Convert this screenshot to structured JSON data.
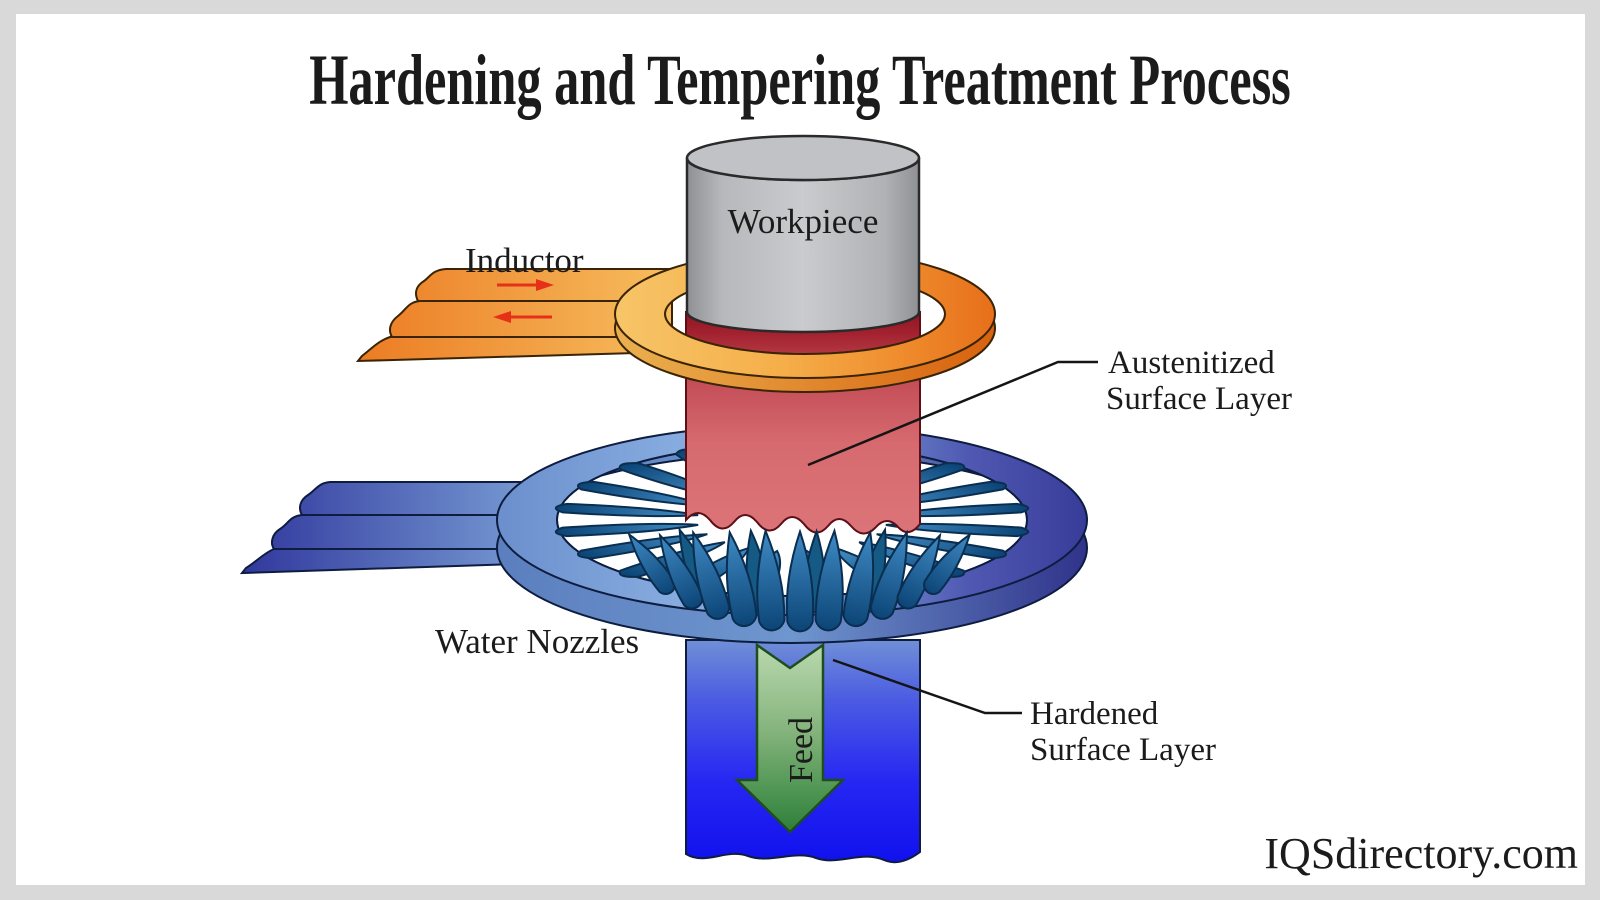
{
  "title": "Hardening and Tempering Treatment Process",
  "watermark": "IQSdirectory.com",
  "labels": {
    "workpiece": "Workpiece",
    "inductor": "Inductor",
    "austenitized_line1": "Austenitized",
    "austenitized_line2": "Surface Layer",
    "water_nozzles": "Water Nozzles",
    "hardened_line1": "Hardened",
    "hardened_line2": "Surface Layer",
    "feed": "Feed"
  },
  "colors": {
    "frame_gray": "#d9d9d9",
    "inductor_orange_dark": "#e76f19",
    "inductor_orange_light": "#f7c568",
    "current_arrow_red": "#e63119",
    "workpiece_gray": "#cacbce",
    "austenitized_red_dark": "#8f1520",
    "austenitized_red_light": "#db7478",
    "nozzle_ring_blue_light": "#86abdf",
    "nozzle_ring_indigo": "#383c99",
    "water_jet_blue": "#2170ab",
    "feed_column_blue": "#1111ee",
    "feed_arrow_green": "#86b47d",
    "text_black": "#1b1b1b"
  }
}
